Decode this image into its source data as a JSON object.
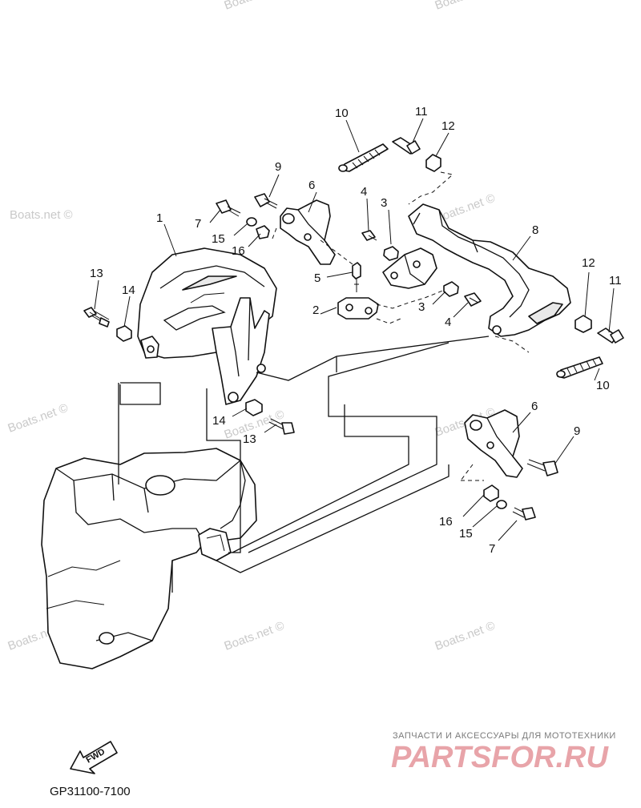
{
  "watermark": {
    "text": "Boats.net ©"
  },
  "callouts": [
    {
      "id": "c1",
      "text": "1"
    },
    {
      "id": "c2",
      "text": "2"
    },
    {
      "id": "c3a",
      "text": "3"
    },
    {
      "id": "c3b",
      "text": "3"
    },
    {
      "id": "c4a",
      "text": "4"
    },
    {
      "id": "c4b",
      "text": "4"
    },
    {
      "id": "c5",
      "text": "5"
    },
    {
      "id": "c6a",
      "text": "6"
    },
    {
      "id": "c6b",
      "text": "6"
    },
    {
      "id": "c7a",
      "text": "7"
    },
    {
      "id": "c7b",
      "text": "7"
    },
    {
      "id": "c8",
      "text": "8"
    },
    {
      "id": "c9a",
      "text": "9"
    },
    {
      "id": "c9b",
      "text": "9"
    },
    {
      "id": "c10a",
      "text": "10"
    },
    {
      "id": "c10b",
      "text": "10"
    },
    {
      "id": "c11a",
      "text": "11"
    },
    {
      "id": "c11b",
      "text": "11"
    },
    {
      "id": "c12a",
      "text": "12"
    },
    {
      "id": "c12b",
      "text": "12"
    },
    {
      "id": "c13a",
      "text": "13"
    },
    {
      "id": "c13b",
      "text": "13"
    },
    {
      "id": "c14a",
      "text": "14"
    },
    {
      "id": "c14b",
      "text": "14"
    },
    {
      "id": "c15a",
      "text": "15"
    },
    {
      "id": "c15b",
      "text": "15"
    },
    {
      "id": "c16a",
      "text": "16"
    },
    {
      "id": "c16b",
      "text": "16"
    }
  ],
  "fwd_arrow": {
    "text": "FWD"
  },
  "diagram_code": "GP31100-7100",
  "branding": {
    "tagline": "ЗАПЧАСТИ И АКСЕССУАРЫ ДЛЯ МОТОТЕХНИКИ",
    "logo": "PARTSFOR.RU",
    "logo_color": "#e8a4a9"
  }
}
